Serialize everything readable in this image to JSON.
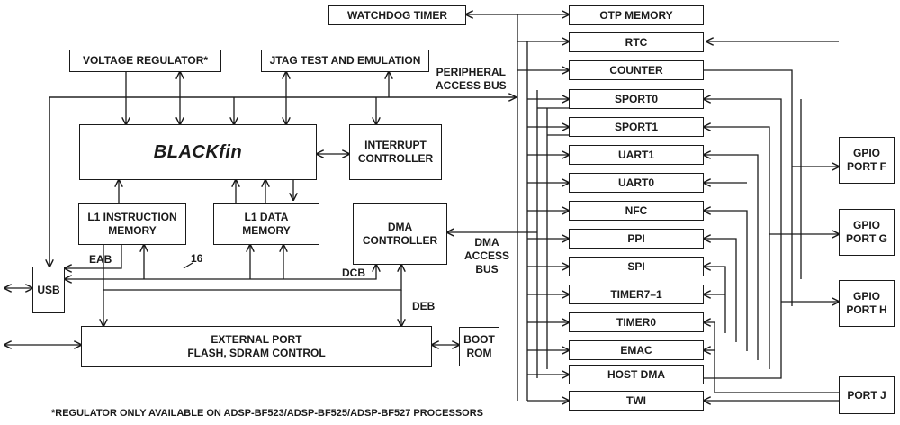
{
  "blocks": {
    "watchdog": "WATCHDOG TIMER",
    "otp": "OTP MEMORY",
    "rtc": "RTC",
    "counter": "COUNTER",
    "voltage_regulator": "VOLTAGE REGULATOR*",
    "jtag": "JTAG TEST AND EMULATION",
    "core_logo": "BLACKfin",
    "interrupt": "INTERRUPT\nCONTROLLER",
    "l1_instruction": "L1 INSTRUCTION\nMEMORY",
    "l1_data": "L1 DATA\nMEMORY",
    "dma_controller": "DMA\nCONTROLLER",
    "usb": "USB",
    "external_port": "EXTERNAL PORT\nFLASH, SDRAM CONTROL",
    "boot_rom": "BOOT\nROM"
  },
  "peripherals": [
    "SPORT0",
    "SPORT1",
    "UART1",
    "UART0",
    "NFC",
    "PPI",
    "SPI",
    "TIMER7–1",
    "TIMER0",
    "EMAC",
    "HOST DMA",
    "TWI"
  ],
  "ports": {
    "gpio_f": "GPIO\nPORT F",
    "gpio_g": "GPIO\nPORT G",
    "gpio_h": "GPIO\nPORT H",
    "port_j": "PORT J"
  },
  "bus_labels": {
    "peripheral_bus": "PERIPHERAL\nACCESS BUS",
    "dma_bus": "DMA\nACCESS\nBUS",
    "eab": "EAB",
    "dcb": "DCB",
    "deb": "DEB",
    "width_16": "16"
  },
  "footnote": "*REGULATOR ONLY AVAILABLE ON ADSP-BF523/ADSP-BF525/ADSP-BF527 PROCESSORS"
}
